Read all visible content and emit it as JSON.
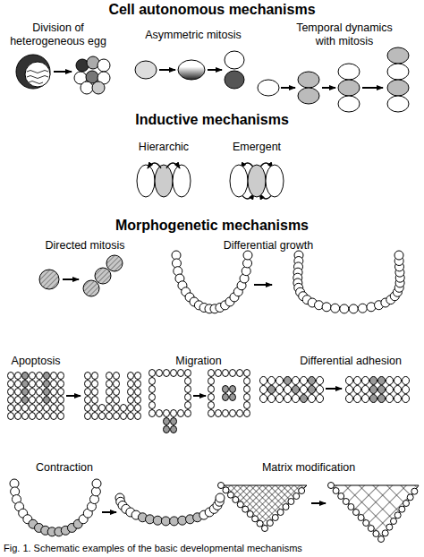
{
  "diagram": {
    "caption": "Fig. 1. Schematic examples of the basic developmental mechanisms",
    "labels": [
      "Cell autonomous mechanisms",
      "Division of heterogeneous egg",
      "Asymmetric mitosis",
      "Temporal dynamics with mitosis",
      "Inductive mechanisms",
      "Hierarchic",
      "Emergent",
      "Morphogenetic mechanisms",
      "Directed mitosis",
      "Differential growth",
      "Apoptosis",
      "Migration",
      "Differential adhesion",
      "Contraction",
      "Matrix modification"
    ]
  }
}
